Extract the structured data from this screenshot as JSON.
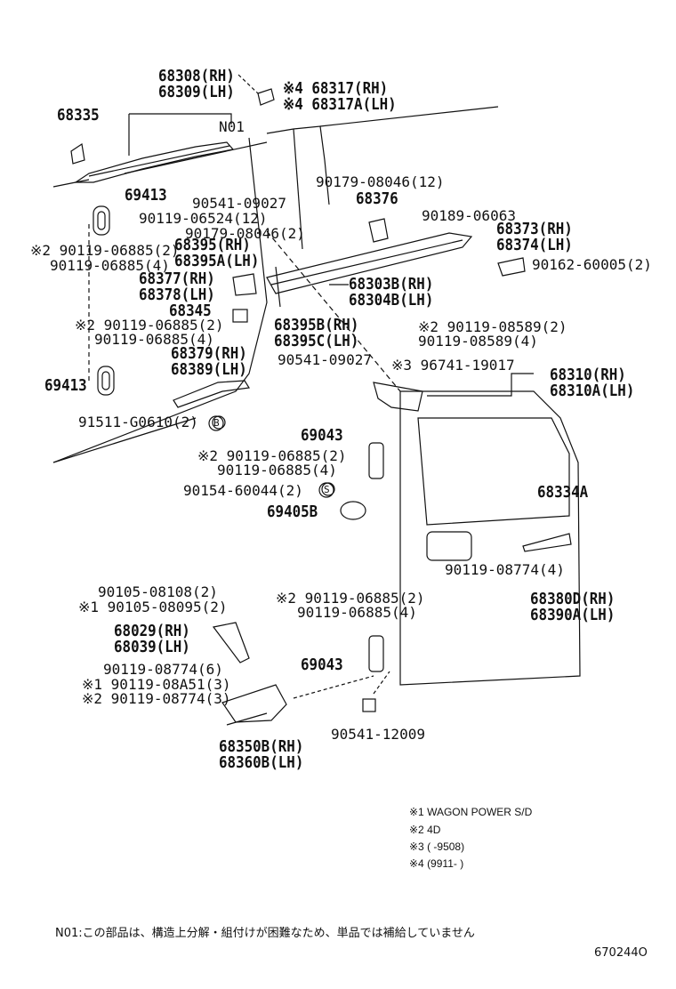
{
  "labels": {
    "p68308": "68308(RH)",
    "p68309": "68309(LH)",
    "p68317": "※4 68317(RH)",
    "p68317A": "※4 68317A(LH)",
    "p68335": "68335",
    "n01": "N01",
    "p90179_12": "90179-08046(12)",
    "p68376": "68376",
    "p69413a": "69413",
    "p90541a": "90541-09027",
    "p90119_06524": "90119-06524(12)",
    "p90189": "90189-06063",
    "p90179_2": "90179-08046(2)",
    "p68373": "68373(RH)",
    "p68374": "68374(LH)",
    "p90119_06885_2a": "※2 90119-06885(2)",
    "p90119_06885_4a": "90119-06885(4)",
    "p68395": "68395(RH)",
    "p68395A": "68395A(LH)",
    "p90162": "90162-60005(2)",
    "p68377": "68377(RH)",
    "p68378": "68378(LH)",
    "p68303B": "68303B(RH)",
    "p68304B": "68304B(LH)",
    "p68345": "68345",
    "p90119_06885_2b": "※2 90119-06885(2)",
    "p90119_06885_4b": "90119-06885(4)",
    "p68395B": "68395B(RH)",
    "p68395C": "68395C(LH)",
    "p90119_08589_2": "※2 90119-08589(2)",
    "p90119_08589_4": "90119-08589(4)",
    "p68379": "68379(RH)",
    "p68389": "68389(LH)",
    "p90541b": "90541-09027",
    "p96741": "※3 96741-19017",
    "p69413b": "69413",
    "p68310": "68310(RH)",
    "p68310A": "68310A(LH)",
    "p91511": "91511-G0610(2)",
    "p69043a": "69043",
    "p90119_06885_2c": "※2 90119-06885(2)",
    "p90119_06885_4c": "90119-06885(4)",
    "p90154": "90154-60044(2)",
    "p68334A": "68334A",
    "p69405B": "69405B",
    "p90119_08774_4": "90119-08774(4)",
    "p90105_08108": "90105-08108(2)",
    "p90105_08095": "※1 90105-08095(2)",
    "p90119_06885_2d": "※2 90119-06885(2)",
    "p90119_06885_4d": "90119-06885(4)",
    "p68380D": "68380D(RH)",
    "p68390A": "68390A(LH)",
    "p68029": "68029(RH)",
    "p68039": "68039(LH)",
    "p69043b": "69043",
    "p90119_08774_6": "90119-08774(6)",
    "p90119_08A51": "※1 90119-08A51(3)",
    "p90119_08774_3": "※2 90119-08774(3)",
    "p90541_12009": "90541-12009",
    "p68350B": "68350B(RH)",
    "p68360B": "68360B(LH)",
    "circle_b": "B",
    "circle_s": "S"
  },
  "notes": {
    "n1": "※1   WAGON POWER S/D",
    "n2": "※2   4D",
    "n3": "※3  (        -9508)",
    "n4": "※4  (9911-          )"
  },
  "footnote": "N01:この部品は、構造上分解・組付けが困難なため、単品では補給していません",
  "diagram_id": "670244O"
}
